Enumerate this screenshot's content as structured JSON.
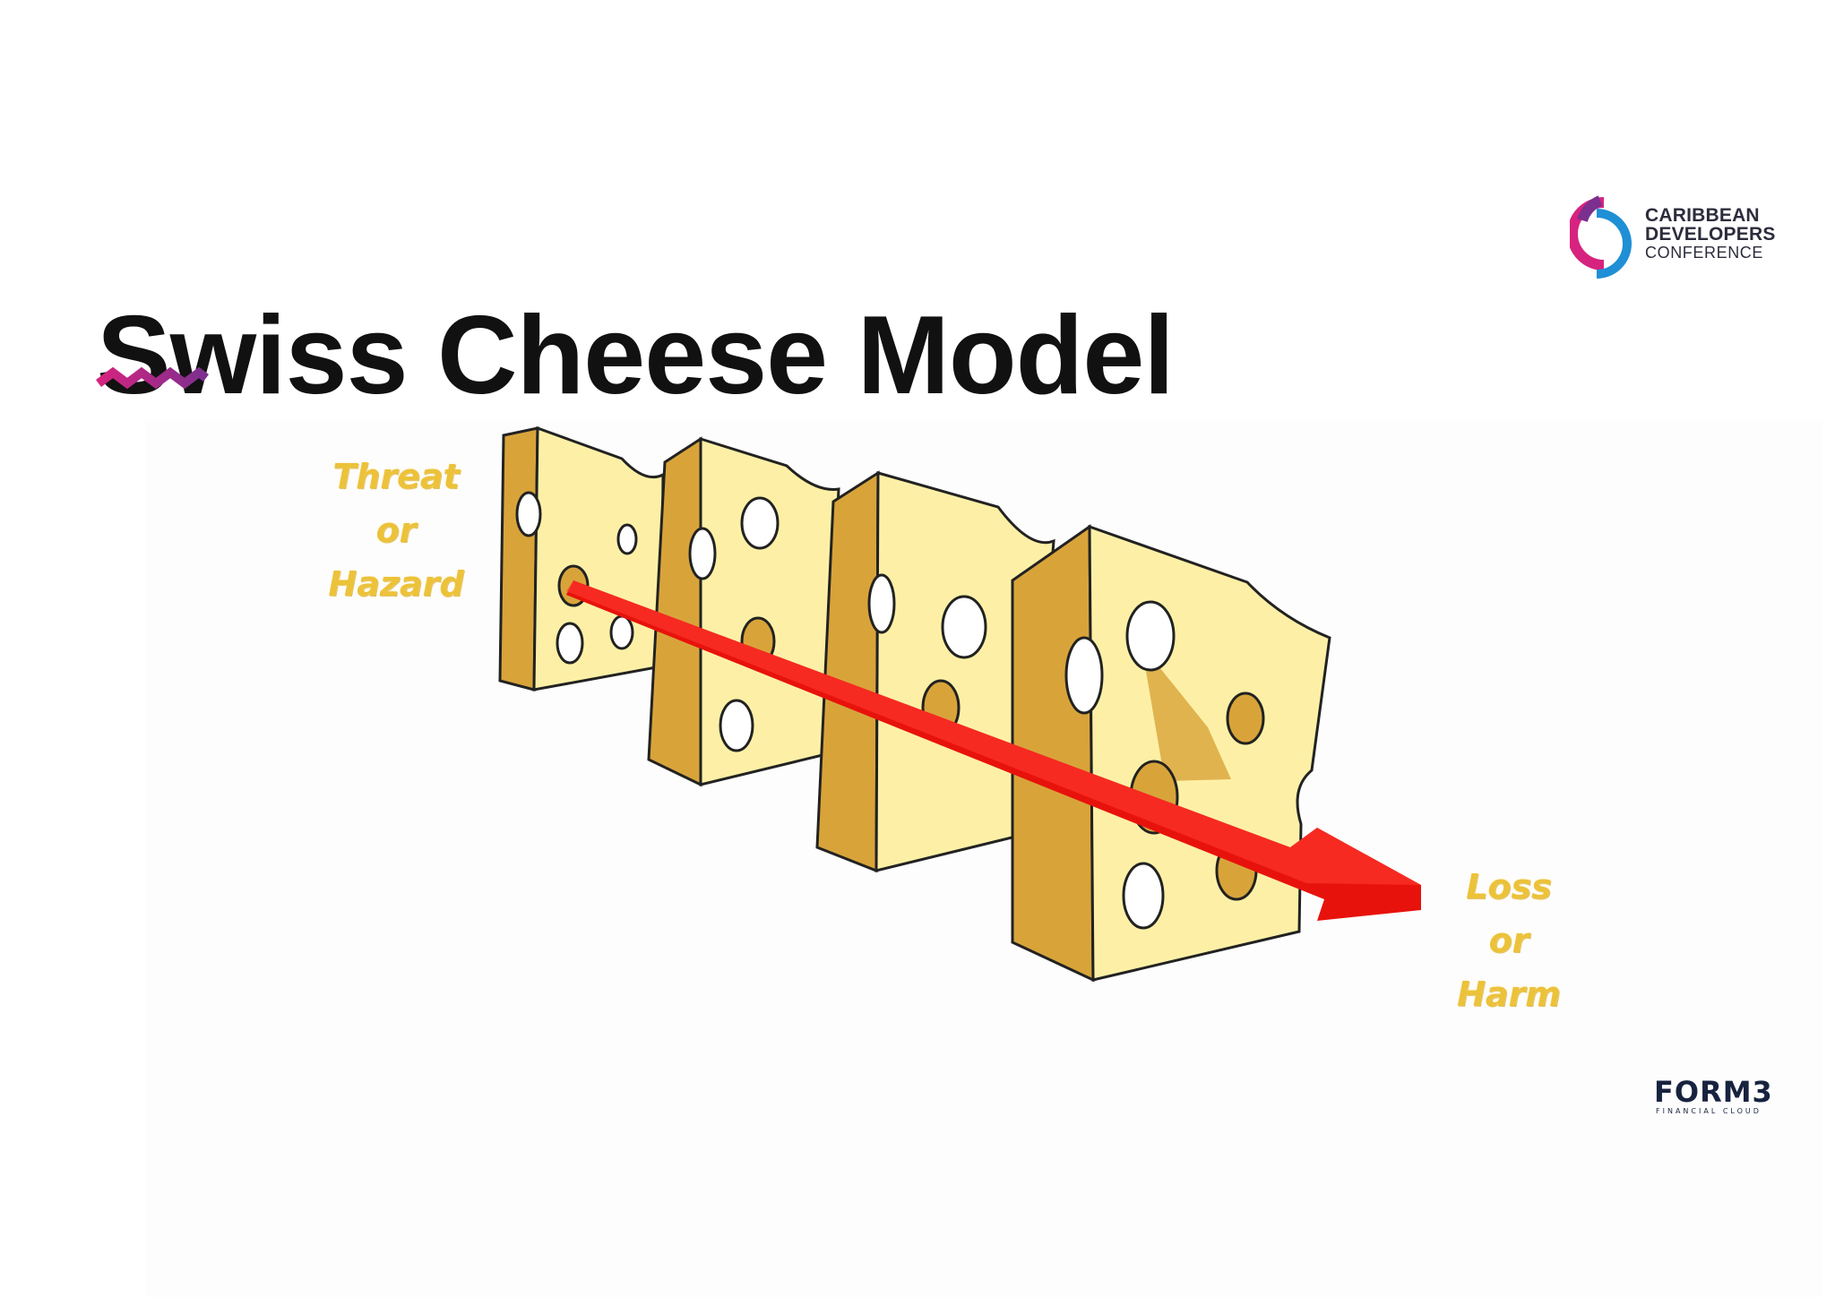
{
  "slide": {
    "title": "Swiss Cheese Model"
  },
  "branding": {
    "conference_logo": {
      "line1": "CARIBBEAN",
      "line2": "DEVELOPERS",
      "line3": "CONFERENCE"
    },
    "sponsor_logo": {
      "wordmark": "FORM3",
      "tagline": "FINANCIAL CLOUD"
    }
  },
  "diagram": {
    "start_label": [
      "Threat",
      "or",
      "Hazard"
    ],
    "end_label": [
      "Loss",
      "or",
      "Harm"
    ],
    "layers": [
      {
        "name": "slice-1"
      },
      {
        "name": "slice-2"
      },
      {
        "name": "slice-3"
      },
      {
        "name": "slice-4"
      }
    ]
  },
  "colors": {
    "title": "#111111",
    "accent_pink": "#d6237f",
    "accent_purple": "#7b2f8f",
    "accent_blue": "#1f8fd6",
    "cheese_face": "#fdf0a6",
    "cheese_side": "#d8a43a",
    "arrow": "#e8120c",
    "label_yellow": "#ecc23a",
    "sponsor_navy": "#17233f",
    "sponsor_teal": "#1db6a8"
  }
}
